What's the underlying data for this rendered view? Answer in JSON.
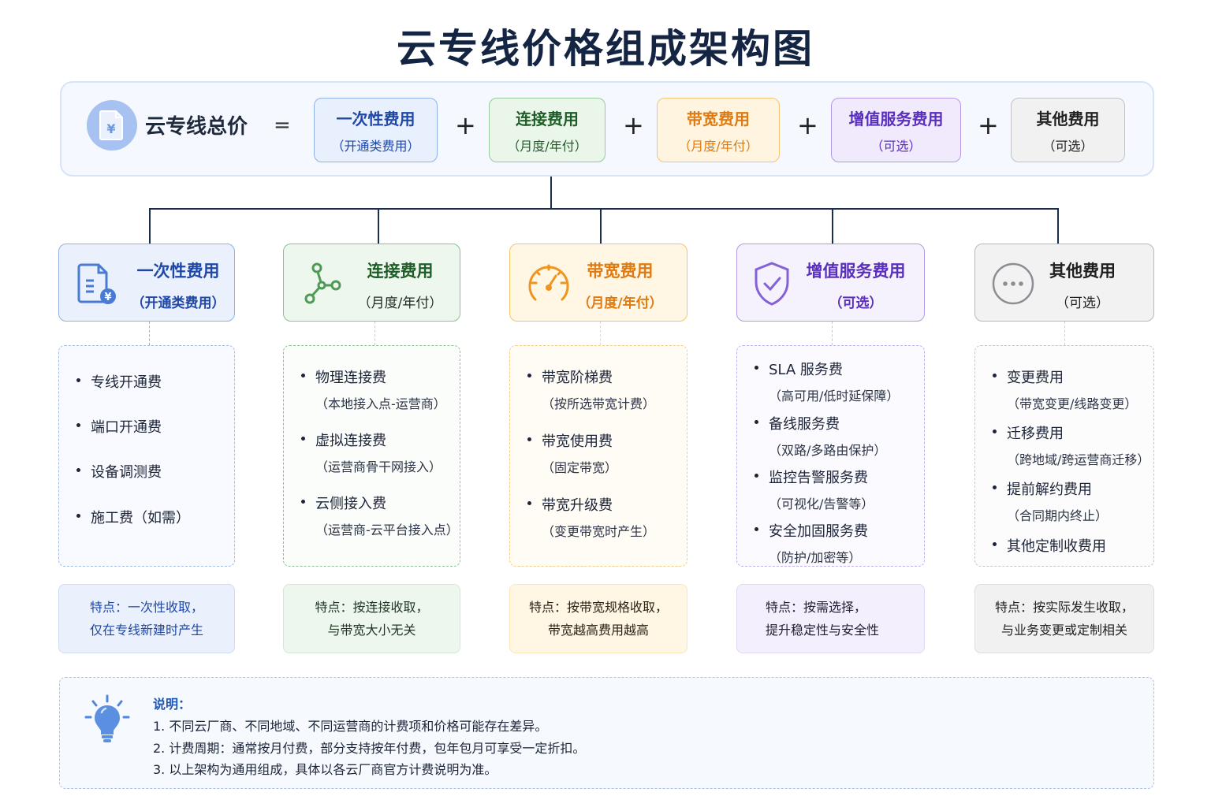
{
  "title": "云专线价格组成架构图",
  "formula": {
    "total_label": "云专线总价",
    "equals": "=",
    "plus": "+",
    "items": [
      {
        "title": "一次性费用",
        "subtitle": "（开通类费用）"
      },
      {
        "title": "连接费用",
        "subtitle": "（月度/年付）"
      },
      {
        "title": "带宽费用",
        "subtitle": "（月度/年付）"
      },
      {
        "title": "增值服务费用",
        "subtitle": "（可选）"
      },
      {
        "title": "其他费用",
        "subtitle": "（可选）"
      }
    ]
  },
  "categories": [
    {
      "title": "一次性费用",
      "subtitle": "（开通类费用）",
      "icon": "document-yen-icon",
      "items": [
        {
          "name": "专线开通费"
        },
        {
          "name": "端口开通费"
        },
        {
          "name": "设备调测费"
        },
        {
          "name": "施工费（如需）"
        }
      ],
      "feature": [
        "特点：一次性收取，",
        "仅在专线新建时产生"
      ]
    },
    {
      "title": "连接费用",
      "subtitle": "（月度/年付）",
      "icon": "network-nodes-icon",
      "items": [
        {
          "name": "物理连接费",
          "note": "（本地接入点-运营商）"
        },
        {
          "name": "虚拟连接费",
          "note": "（运营商骨干网接入）"
        },
        {
          "name": "云侧接入费",
          "note": "（运营商-云平台接入点）"
        }
      ],
      "feature": [
        "特点：按连接收取，",
        "与带宽大小无关"
      ]
    },
    {
      "title": "带宽费用",
      "subtitle": "（月度/年付）",
      "icon": "speedometer-icon",
      "items": [
        {
          "name": "带宽阶梯费",
          "note": "（按所选带宽计费）"
        },
        {
          "name": "带宽使用费",
          "note": "（固定带宽）"
        },
        {
          "name": "带宽升级费",
          "note": "（变更带宽时产生）"
        }
      ],
      "feature": [
        "特点：按带宽规格收取，",
        "带宽越高费用越高"
      ]
    },
    {
      "title": "增值服务费用",
      "subtitle": "（可选）",
      "icon": "shield-check-icon",
      "items": [
        {
          "name": "SLA 服务费",
          "note": "（高可用/低时延保障）"
        },
        {
          "name": "备线服务费",
          "note": "（双路/多路由保护）"
        },
        {
          "name": "监控告警服务费",
          "note": "（可视化/告警等）"
        },
        {
          "name": "安全加固服务费",
          "note": "（防护/加密等）"
        }
      ],
      "feature": [
        "特点：按需选择，",
        "提升稳定性与安全性"
      ]
    },
    {
      "title": "其他费用",
      "subtitle": "（可选）",
      "icon": "more-dots-icon",
      "items": [
        {
          "name": "变更费用",
          "note": "（带宽变更/线路变更）"
        },
        {
          "name": "迁移费用",
          "note": "（跨地域/跨运营商迁移）"
        },
        {
          "name": "提前解约费用",
          "note": "（合同期内终止）"
        },
        {
          "name": "其他定制收费用"
        }
      ],
      "feature": [
        "特点：按实际发生收取，",
        "与业务变更或定制相关"
      ]
    }
  ],
  "notes": {
    "heading": "说明：",
    "lines": [
      "1. 不同云厂商、不同地域、不同运营商的计费项和价格可能存在差异。",
      "2. 计费周期：通常按月付费，部分支持按年付费，包年包月可享受一定折扣。",
      "3. 以上架构为通用组成，具体以各云厂商官方计费说明为准。"
    ]
  },
  "colors": {
    "blue": "#2a55b8",
    "green": "#2c6b34",
    "orange": "#e07f14",
    "purple": "#6b3cc2",
    "gray": "#2a2a2a",
    "title": "#142443",
    "connector": "#1b2d4d"
  }
}
